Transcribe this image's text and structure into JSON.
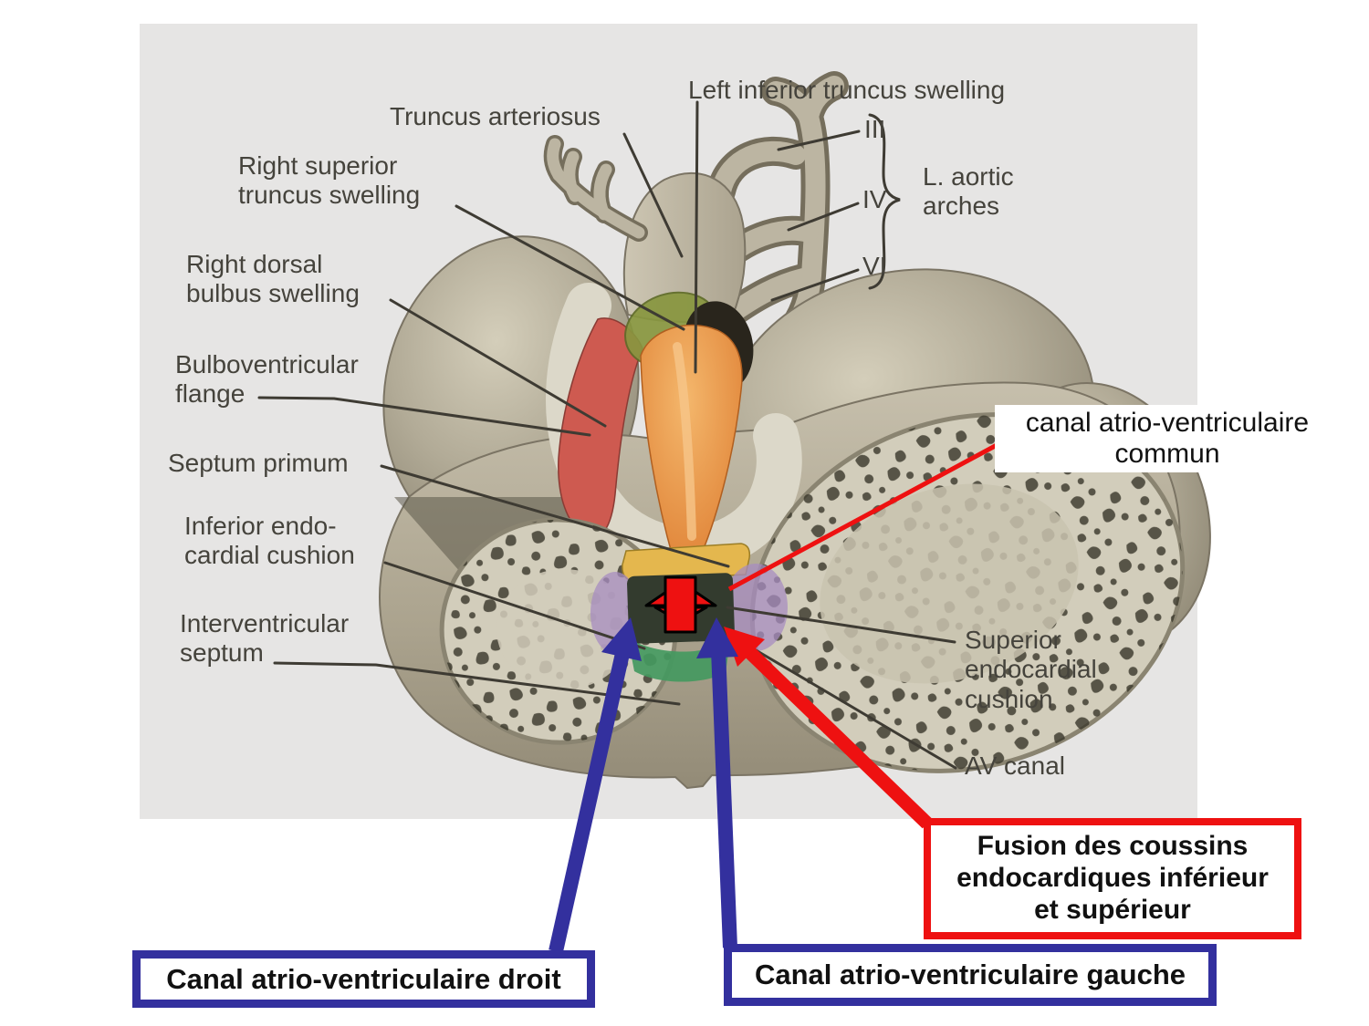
{
  "figure_labels": {
    "truncus_arteriosus": "Truncus arteriosus",
    "right_superior_truncus_swelling": "Right superior\ntruncus swelling",
    "right_dorsal_bulbus_swelling": "Right dorsal\nbulbus swelling",
    "bulboventricular_flange": "Bulboventricular\nflange",
    "septum_primum": "Septum primum",
    "inferior_endocardial_cushion": "Inferior endo-\ncardial cushion",
    "interventricular_septum": "Interventricular\nseptum",
    "left_inferior_truncus_swelling": "Left inferior truncus swelling",
    "arch_iii": "III",
    "arch_iv": "IV",
    "arch_vi": "VI",
    "l_aortic_arches": "L. aortic\narches",
    "superior_endocardial_cushion": "Superior\nendocardial\ncushion",
    "av_canal": "AV canal"
  },
  "annotations": {
    "canal_commun": "canal atrio-ventriculaire\ncommun",
    "fusion_coussins": "Fusion des coussins\nendocardiques inférieur\net supérieur",
    "canal_droit": "Canal atrio-ventriculaire droit",
    "canal_gauche": "Canal atrio-ventriculaire gauche"
  },
  "colors": {
    "annotation_red": "#ee1111",
    "annotation_blue": "#33309e",
    "label_gray": "#45433c",
    "panel_bg": "#e6e5e4",
    "text_black": "#111111",
    "orange_truncus": "#e0843a",
    "red_flange": "#ce5a50",
    "olive_swelling": "#88963f",
    "septum_yellow": "#e4b74e",
    "cushion_purple": "#a78cc0",
    "cushion_green": "#44995f",
    "center_dark": "#333b2e"
  }
}
